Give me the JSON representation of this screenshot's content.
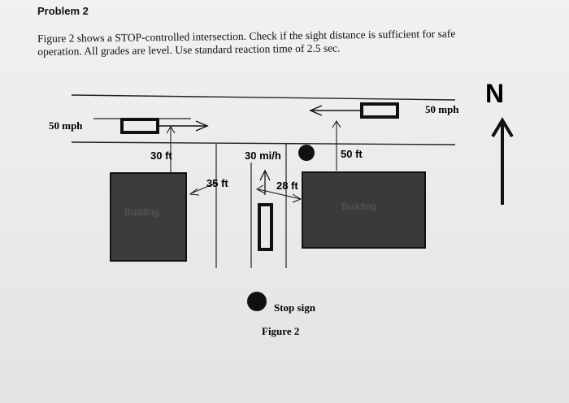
{
  "problem": {
    "title": "Problem 2",
    "line1": "Figure 2 shows a STOP-controlled intersection.  Check if the sight distance is sufficient for safe",
    "line2": "operation.  All grades are level.  Use standard reaction time of 2.5 sec."
  },
  "figure": {
    "speed_west": "50 mph",
    "speed_east": "50 mph",
    "north_label": "N",
    "dist_left_building": "30 ft",
    "dist_minor_speed": "30 mi/h",
    "dist_right_building": "50 ft",
    "dist_left_offset": "35 ft",
    "dist_right_offset": "28 ft",
    "building_left": "Building",
    "building_right": "Building",
    "legend_stop": "Stop sign",
    "caption": "Figure 2"
  }
}
